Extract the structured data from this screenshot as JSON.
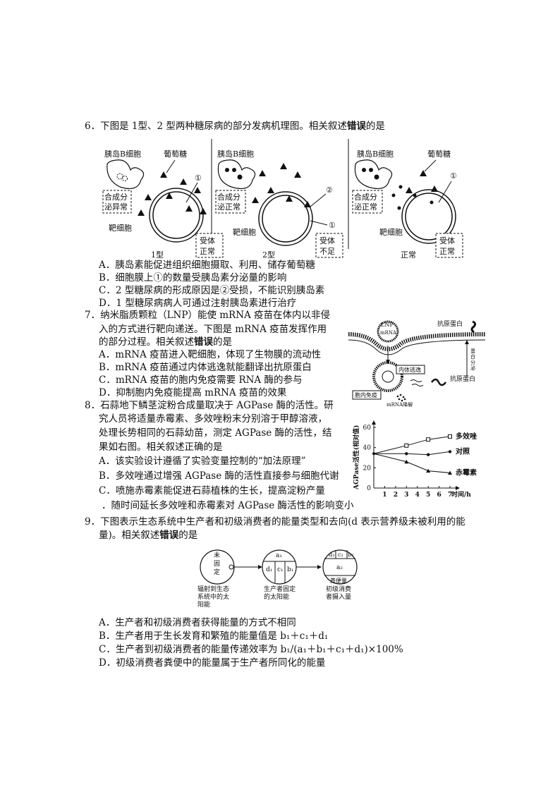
{
  "q6": {
    "stem_a": "6．下图是 1型、2 型两种糖尿病的部分发病机理图。相关叙述",
    "stem_bold": "错误",
    "stem_b": "的是",
    "fig": {
      "islet": "胰岛B细胞",
      "glucose": "葡萄糖",
      "target": "靶细胞",
      "c1": "①",
      "c2": "②",
      "p1_box": [
        "合成分",
        "泌异常"
      ],
      "p1_type": "1型",
      "p2_box": [
        "合成分",
        "泌正常"
      ],
      "p2_recep": [
        "受体",
        "正常"
      ],
      "p2_type": "2型",
      "p3_box": [
        "合成分",
        "泌正常"
      ],
      "p3_recep": [
        "受体",
        "不足"
      ],
      "p3_type": "正常",
      "p4_recep": [
        "受体",
        "正常"
      ]
    },
    "options": [
      "A．胰岛素能促进组织细胞摄取、利用、储存葡萄糖",
      "B．细胞膜上①的数量受胰岛素分泌量的影响",
      "C．2 型糖尿病的形成原因是②受损，不能识别胰岛素",
      "D．1 型糖尿病病人可通过注射胰岛素进行治疗"
    ]
  },
  "q7": {
    "line1": "7．纳米脂质颗粒（LNP）能使 mRNA 疫苗在体内以非侵",
    "line2": "入的方式进行靶向递送。下图是 mRNA 疫苗发挥作用",
    "line3_a": "的部分过程。相关叙述",
    "line3_bold": "错误",
    "line3_b": "的是",
    "fig": {
      "lnp": "LNP",
      "mrna": "mRNA",
      "antigen": "抗原蛋白",
      "endosome": "内体逃逸",
      "secretion": [
        "蛋",
        "白",
        "分",
        "泌"
      ],
      "antigen2": "抗原蛋白",
      "innate": "胞内免疫",
      "degrade": "mRNA降解"
    },
    "options": [
      "A．mRNA 疫苗进入靶细胞，体现了生物膜的流动性",
      "B．mRNA 疫苗通过内体逃逸就能翻译出抗原蛋白",
      "C．mRNA 疫苗的胞内免疫需要 RNA 酶的参与",
      "D．抑制胞内免疫能提高 mRNA 疫苗的效果"
    ]
  },
  "q8": {
    "line1": "8．石蒜地下鳞茎淀粉合成量取决于 AGPase 酶的活性。研",
    "line2": "究人员将适量赤霉素、多效唑粉末分别溶于甲醇溶液，",
    "line3": "处理长势相同的石蒜幼苗，测定 AGPase 酶的活性，结",
    "line4": "果如右图。相关叙述正确的是",
    "options": [
      "A．该实验设计遵循了实验变量控制的“加法原理”",
      "B．多效唑通过增强 AGPase 酶的活性直接参与细胞代谢",
      "C．喷施赤霉素能促进石蒜植株的生长，提高淀粉产量",
      "．随时间延长多效唑和赤霉素对 AGPase 酶活性的影响变小"
    ]
  },
  "chart_data": {
    "type": "line",
    "xlabel": "时间/h",
    "ylabel": "AGPase活性(相对值)",
    "x": [
      0,
      1,
      2,
      3,
      4,
      5,
      6,
      7
    ],
    "xlim": [
      0,
      7
    ],
    "ylim": [
      0,
      60
    ],
    "yticks": [
      0,
      20,
      40,
      60
    ],
    "x_tick_labels": [
      "0",
      "1",
      "2",
      "3",
      "4",
      "5",
      "6",
      "7"
    ],
    "series": [
      {
        "name": "多效唑",
        "x": [
          0,
          3,
          5,
          7
        ],
        "values": [
          34,
          42,
          48,
          51
        ],
        "marker": "square"
      },
      {
        "name": "对照",
        "x": [
          0,
          3,
          5,
          7
        ],
        "values": [
          34,
          34,
          33,
          36
        ],
        "marker": "circle"
      },
      {
        "name": "赤霉素",
        "x": [
          0,
          3,
          5,
          7
        ],
        "values": [
          34,
          26,
          17,
          15
        ],
        "marker": "triangle"
      }
    ]
  },
  "q9": {
    "line1": "9．下图表示生态系统中生产者和初级消费者的能量类型和去向(d 表示营养级未被利用的能",
    "line2_a": "量)。相关叙述",
    "line2_bold": "错误",
    "line2_b": "的是",
    "fig": {
      "sun": [
        "未",
        "固",
        "定"
      ],
      "sun_caption": [
        "辐射到生态",
        "系统中的太",
        "阳能"
      ],
      "a1": "a₁",
      "d1": "d₁",
      "c1": "c₁",
      "b1": "b₁",
      "prod_caption": [
        "生产者固定",
        "的太阳能"
      ],
      "d2": "d₂",
      "c2": "c₂",
      "b2": "b₂",
      "a2": "a₂",
      "feces": "粪便量",
      "cons_caption": [
        "初级消费",
        "者摄入量"
      ]
    },
    "options": [
      "A．生产者和初级消费者获得能量的方式不相同",
      "B．生产者用于生长发育和繁殖的能量值是 b₁＋c₁＋d₁",
      "C．生产者到初级消费者的能量传递效率为 b₁/(a₁＋b₁＋c₁＋d₁)×100%",
      "D．初级消费者粪便中的能量属于生产者所同化的能量"
    ]
  }
}
